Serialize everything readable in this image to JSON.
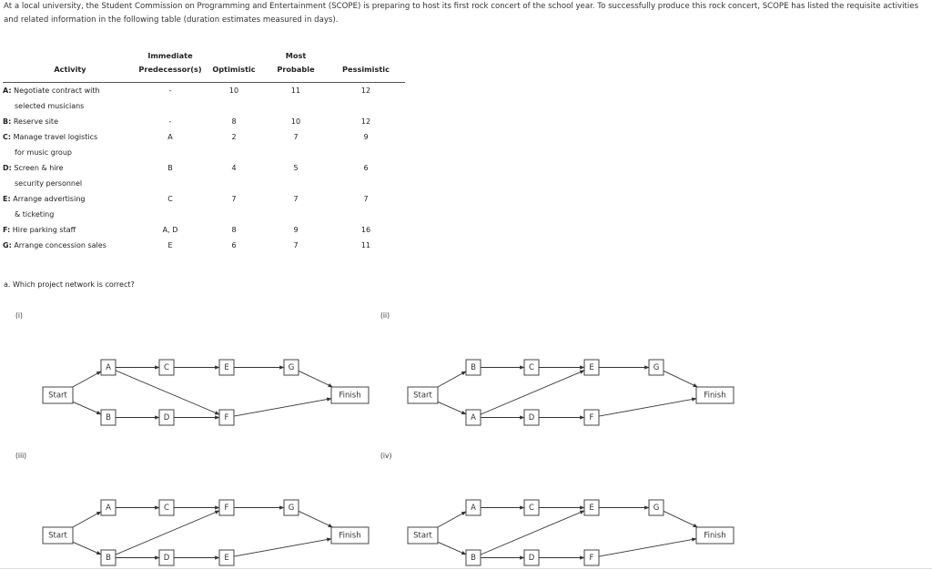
{
  "intro": "At a local university, the Student Commission on Programming and Entertainment (SCOPE) is preparing to host its first rock concert of the school year. To successfully produce this rock concert, SCOPE has listed the requisite activities and related information in the following table (duration estimates measured in days).",
  "table": {
    "headers": {
      "activity": "Activity",
      "predecessor_1": "Immediate",
      "predecessor_2": "Predecessor(s)",
      "optimistic": "Optimistic",
      "most_1": "Most",
      "most_2": "Probable",
      "pessimistic": "Pessimistic"
    },
    "rows": [
      {
        "code": "A:",
        "name": "Negotiate contract with",
        "cont": "selected musicians",
        "pred": "-",
        "opt": "10",
        "most": "11",
        "pes": "12"
      },
      {
        "code": "B:",
        "name": "Reserve site",
        "cont": "",
        "pred": "-",
        "opt": "8",
        "most": "10",
        "pes": "12"
      },
      {
        "code": "C:",
        "name": "Manage travel logistics",
        "cont": "for music group",
        "pred": "A",
        "opt": "2",
        "most": "7",
        "pes": "9"
      },
      {
        "code": "D:",
        "name": "Screen & hire",
        "cont": "security personnel",
        "pred": "B",
        "opt": "4",
        "most": "5",
        "pes": "6"
      },
      {
        "code": "E:",
        "name": "Arrange advertising",
        "cont": "& ticketing",
        "pred": "C",
        "opt": "7",
        "most": "7",
        "pes": "7"
      },
      {
        "code": "F:",
        "name": "Hire parking staff",
        "cont": "",
        "pred": "A, D",
        "opt": "8",
        "most": "9",
        "pes": "16"
      },
      {
        "code": "G:",
        "name": "Arrange concession sales",
        "cont": "",
        "pred": "E",
        "opt": "6",
        "most": "7",
        "pes": "11"
      }
    ]
  },
  "question": "a. Which project network is correct?",
  "networks": [
    {
      "label": "(i)",
      "nodes": {
        "Start": "Start",
        "Finish": "Finish",
        "t1": "A",
        "t2": "C",
        "t3": "E",
        "t4": "G",
        "b1": "B",
        "b2": "D",
        "b3": "F"
      },
      "edges": [
        [
          "Start",
          "t1"
        ],
        [
          "Start",
          "b1"
        ],
        [
          "t1",
          "t2"
        ],
        [
          "t2",
          "t3"
        ],
        [
          "t3",
          "t4"
        ],
        [
          "t4",
          "Finish"
        ],
        [
          "b1",
          "b2"
        ],
        [
          "b2",
          "b3"
        ],
        [
          "b3",
          "Finish"
        ],
        [
          "t1",
          "b3"
        ]
      ]
    },
    {
      "label": "(ii)",
      "nodes": {
        "Start": "Start",
        "Finish": "Finish",
        "t1": "B",
        "t2": "C",
        "t3": "E",
        "t4": "G",
        "b1": "A",
        "b2": "D",
        "b3": "F"
      },
      "edges": [
        [
          "Start",
          "t1"
        ],
        [
          "Start",
          "b1"
        ],
        [
          "t1",
          "t2"
        ],
        [
          "t2",
          "t3"
        ],
        [
          "t3",
          "t4"
        ],
        [
          "t4",
          "Finish"
        ],
        [
          "b1",
          "b2"
        ],
        [
          "b2",
          "b3"
        ],
        [
          "b3",
          "Finish"
        ],
        [
          "b1",
          "t3"
        ]
      ]
    },
    {
      "label": "(iii)",
      "nodes": {
        "Start": "Start",
        "Finish": "Finish",
        "t1": "A",
        "t2": "C",
        "t3": "F",
        "t4": "G",
        "b1": "B",
        "b2": "D",
        "b3": "E"
      },
      "edges": [
        [
          "Start",
          "t1"
        ],
        [
          "Start",
          "b1"
        ],
        [
          "t1",
          "t2"
        ],
        [
          "t2",
          "t3"
        ],
        [
          "t3",
          "t4"
        ],
        [
          "t4",
          "Finish"
        ],
        [
          "b1",
          "b2"
        ],
        [
          "b2",
          "b3"
        ],
        [
          "b3",
          "Finish"
        ],
        [
          "b1",
          "t3"
        ]
      ]
    },
    {
      "label": "(iv)",
      "nodes": {
        "Start": "Start",
        "Finish": "Finish",
        "t1": "A",
        "t2": "C",
        "t3": "E",
        "t4": "G",
        "b1": "B",
        "b2": "D",
        "b3": "F"
      },
      "edges": [
        [
          "Start",
          "t1"
        ],
        [
          "Start",
          "b1"
        ],
        [
          "t1",
          "t2"
        ],
        [
          "t2",
          "t3"
        ],
        [
          "t3",
          "t4"
        ],
        [
          "t4",
          "Finish"
        ],
        [
          "b1",
          "b2"
        ],
        [
          "b2",
          "b3"
        ],
        [
          "b3",
          "Finish"
        ],
        [
          "b1",
          "t3"
        ]
      ]
    }
  ]
}
